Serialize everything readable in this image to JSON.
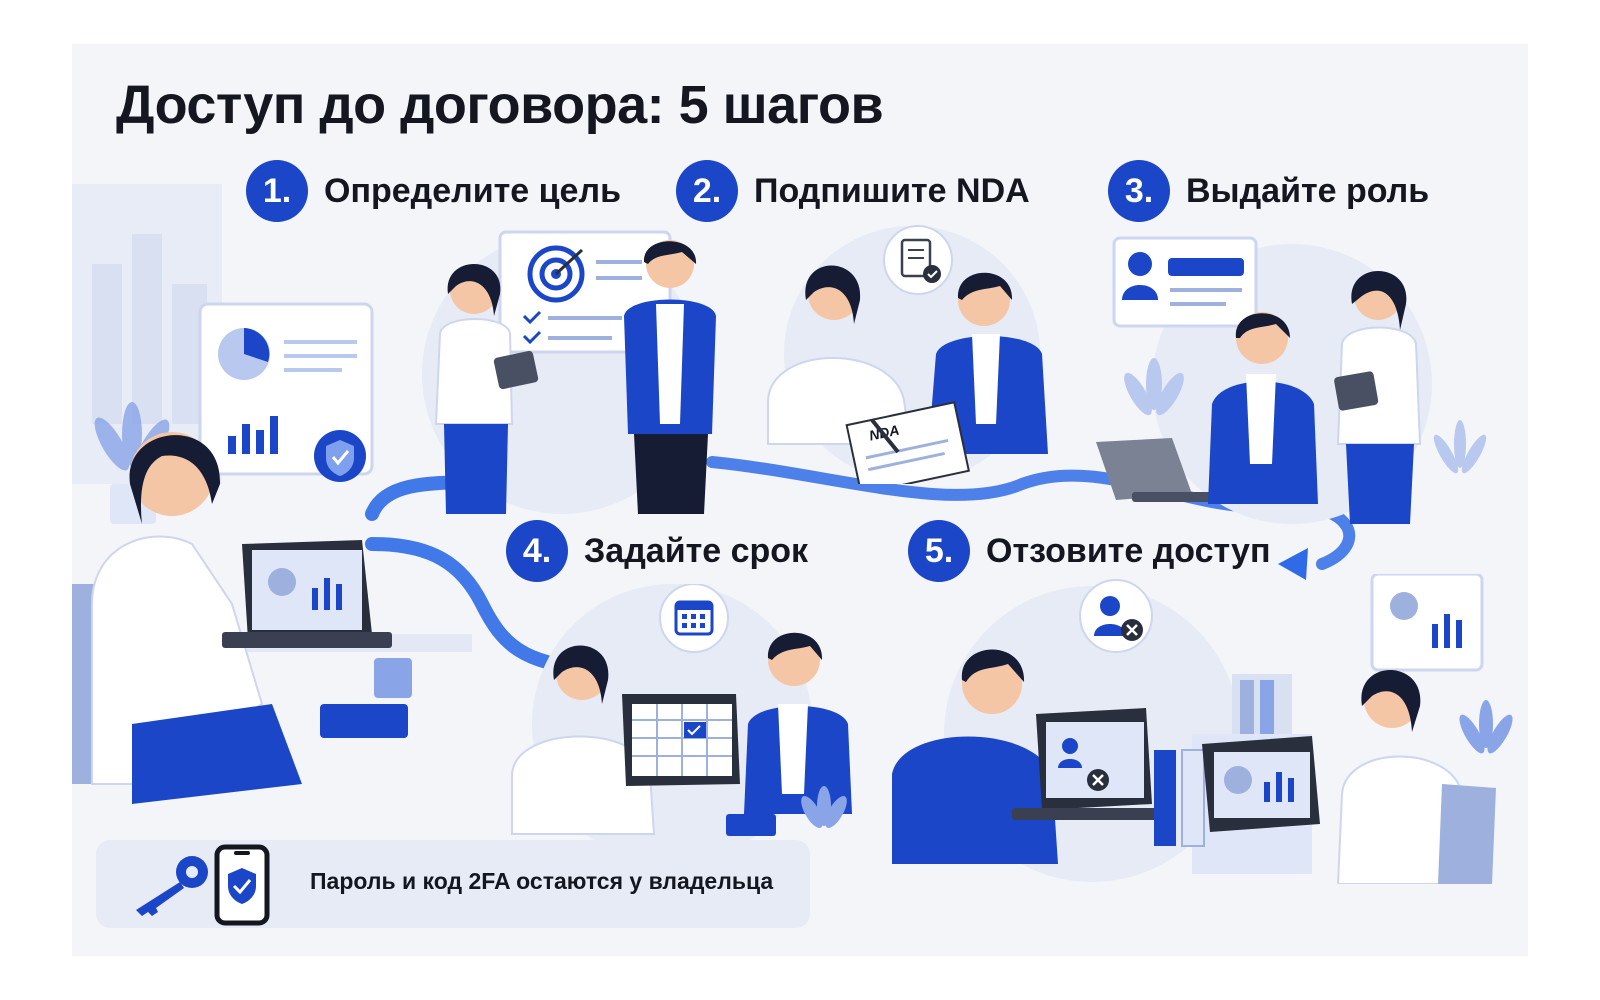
{
  "title": "Доступ до договора: 5 шагов",
  "steps": [
    {
      "number": "1.",
      "label": "Определите цель"
    },
    {
      "number": "2.",
      "label": "Подпишите NDA"
    },
    {
      "number": "3.",
      "label": "Выдайте роль"
    },
    {
      "number": "4.",
      "label": "Задайте срок"
    },
    {
      "number": "5.",
      "label": "Отзовите доступ"
    }
  ],
  "document_label": "NDA",
  "footer_note": "Пароль и код 2FA остаются у владельца",
  "colors": {
    "accent": "#1b46c8",
    "path": "#2f6be6",
    "light_blue": "#dfe6f7",
    "background": "#f4f5f9"
  },
  "icons": [
    "target-icon",
    "document-check-icon",
    "profile-card-icon",
    "calendar-icon",
    "user-remove-icon",
    "key-icon",
    "phone-shield-icon",
    "shield-check-icon",
    "pie-chart-icon",
    "bar-chart-icon"
  ]
}
